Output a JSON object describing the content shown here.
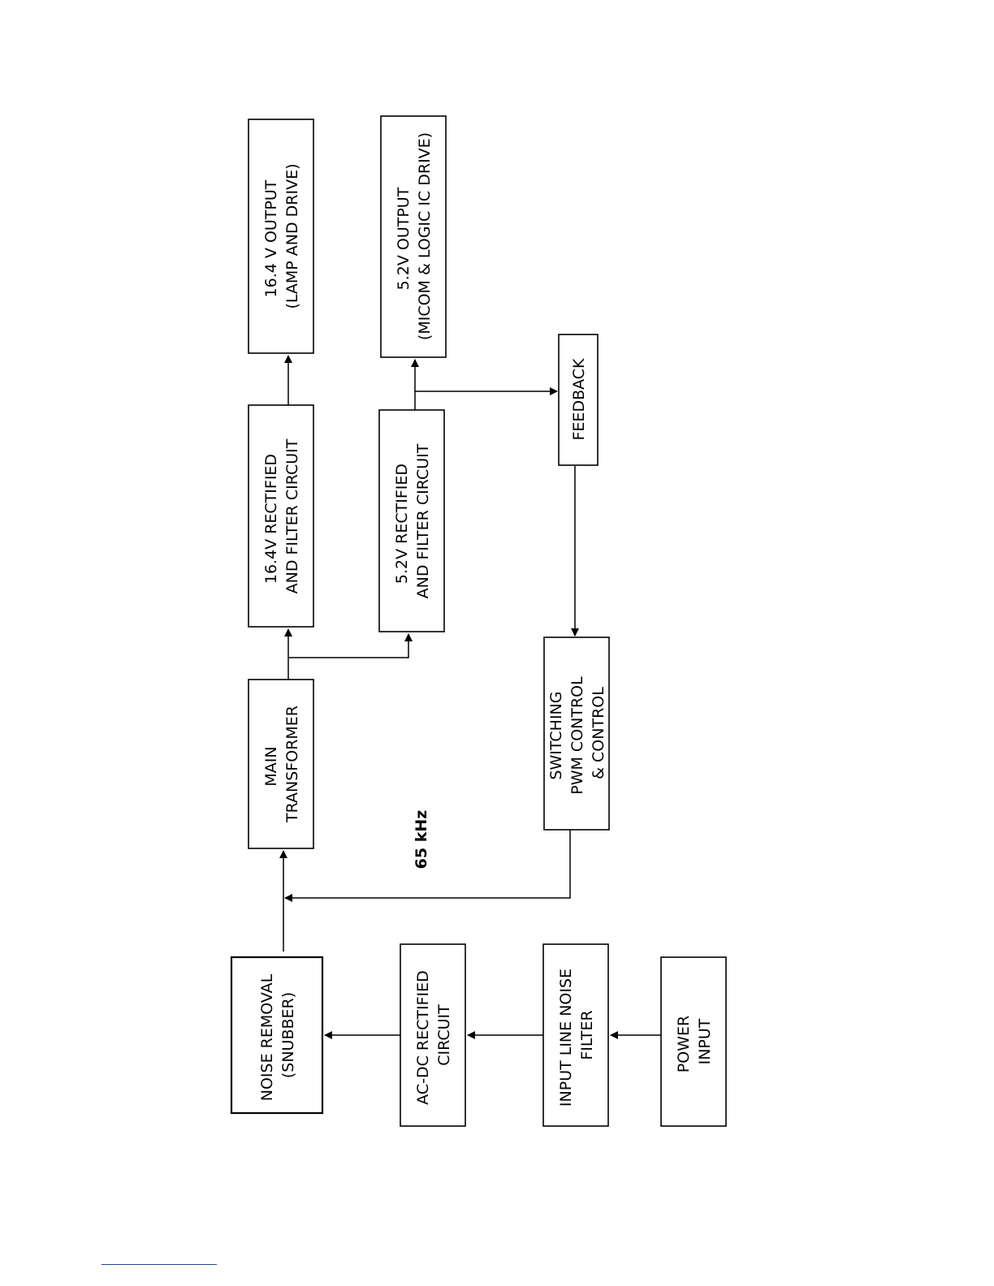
{
  "blocks": {
    "out_16v": [
      "16.4 V OUTPUT",
      "(LAMP AND DRIVE)"
    ],
    "out_5v": [
      "5.2V OUTPUT",
      "(MICOM & LOGIC IC DRIVE)"
    ],
    "rect_16v": [
      "16.4V RECTIFIED",
      "AND FILTER CIRCUIT"
    ],
    "rect_5v": [
      "5.2V RECTIFIED",
      "AND FILTER CIRCUIT"
    ],
    "feedback": [
      "FEEDBACK"
    ],
    "transformer": [
      "MAIN",
      "TRANSFORMER"
    ],
    "switching": [
      "SWITCHING",
      "PWM  CONTROL",
      "& CONTROL"
    ],
    "snubber": [
      "NOISE REMOVAL",
      "(SNUBBER)"
    ],
    "acdc": [
      "AC-DC RECTIFIED",
      "CIRCUIT"
    ],
    "line_filter": [
      "INPUT LINE NOISE",
      "FILTER"
    ],
    "power_input": [
      "POWER",
      "INPUT"
    ]
  },
  "annotations": {
    "frequency": "65 kHz"
  },
  "colors": {
    "stroke": "#000000",
    "footer_rule": "#1a3fbf"
  }
}
